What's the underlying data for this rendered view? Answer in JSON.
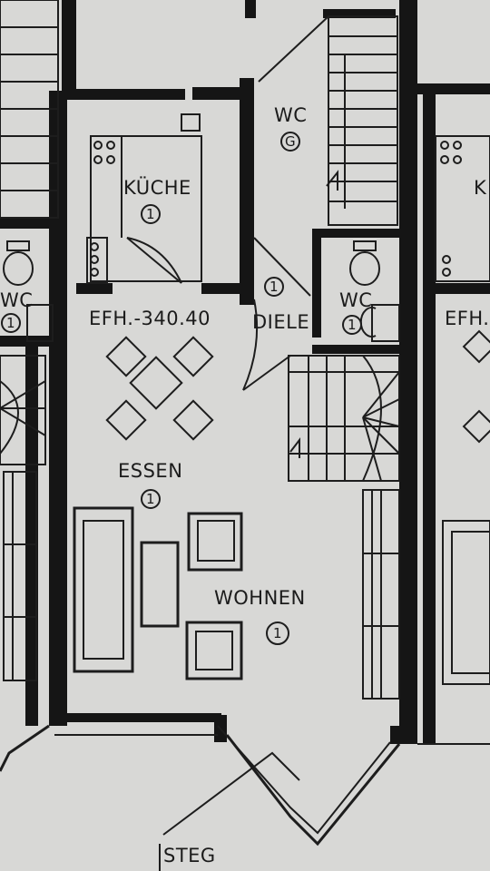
{
  "labels": {
    "kitchen": "KÜCHE",
    "kitchen_num": "1",
    "wc_top": "WC",
    "wc_top_num": "G",
    "wc_main": "WC",
    "wc_main_num": "1",
    "wc_left": "WC",
    "wc_left_num": "1",
    "level": "EFH.-340.40",
    "level_right": "EFH.",
    "hall": "DIELE",
    "hall_num": "1",
    "dining": "ESSEN",
    "dining_num": "1",
    "living": "WOHNEN",
    "living_num": "1",
    "walkway": "STEG",
    "right_kitchen_partial": "K"
  },
  "colors": {
    "paper": "#d8d8d6",
    "ink": "#151515"
  }
}
